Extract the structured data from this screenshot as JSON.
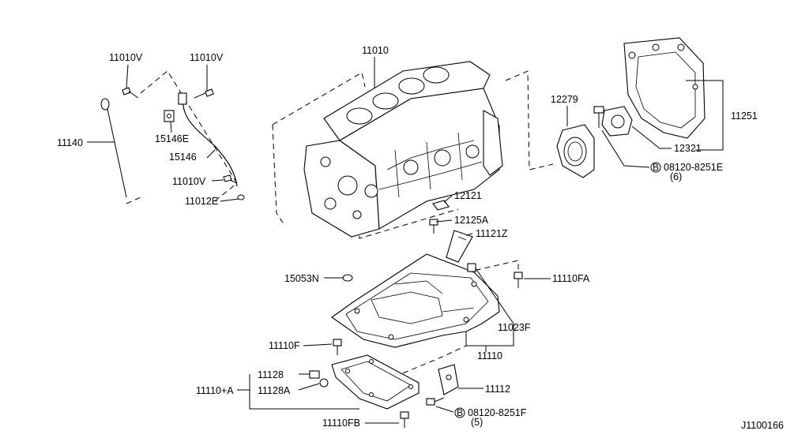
{
  "labels": {
    "bolt_11010v_top_left": "11010V",
    "bolt_11010v_top_right": "11010V",
    "cylinder_block": "11010",
    "oil_level_gauge": "11140",
    "bracket_15146e": "15146E",
    "guide_15146": "15146",
    "bolt_11010v_lower": "11010V",
    "oring_11012e": "11012E",
    "plug_12279": "12279",
    "rear_plate_11251": "11251",
    "gasket_12321": "12321",
    "bolt_08120_8251e": "08120-8251E",
    "bolt_08120_8251e_qty": "(6)",
    "jet_12121": "12121",
    "bolt_12125a": "12125A",
    "filter_11121z": "11121Z",
    "washer_15053n": "15053N",
    "bolt_11110fa": "11110FA",
    "plug_11023f": "11023F",
    "bolt_11110f": "11110F",
    "oil_pan_11110": "11110",
    "drain_plug_11128": "11128",
    "assembly_11110a": "11110+A",
    "washer_11128a": "11128A",
    "cover_11112": "11112",
    "bolt_11110fb": "11110FB",
    "bolt_08120_8251f": "08120-8251F",
    "bolt_08120_8251f_qty": "(5)",
    "diagram_id": "J1100166"
  },
  "badges": {
    "b_mark": "B"
  }
}
